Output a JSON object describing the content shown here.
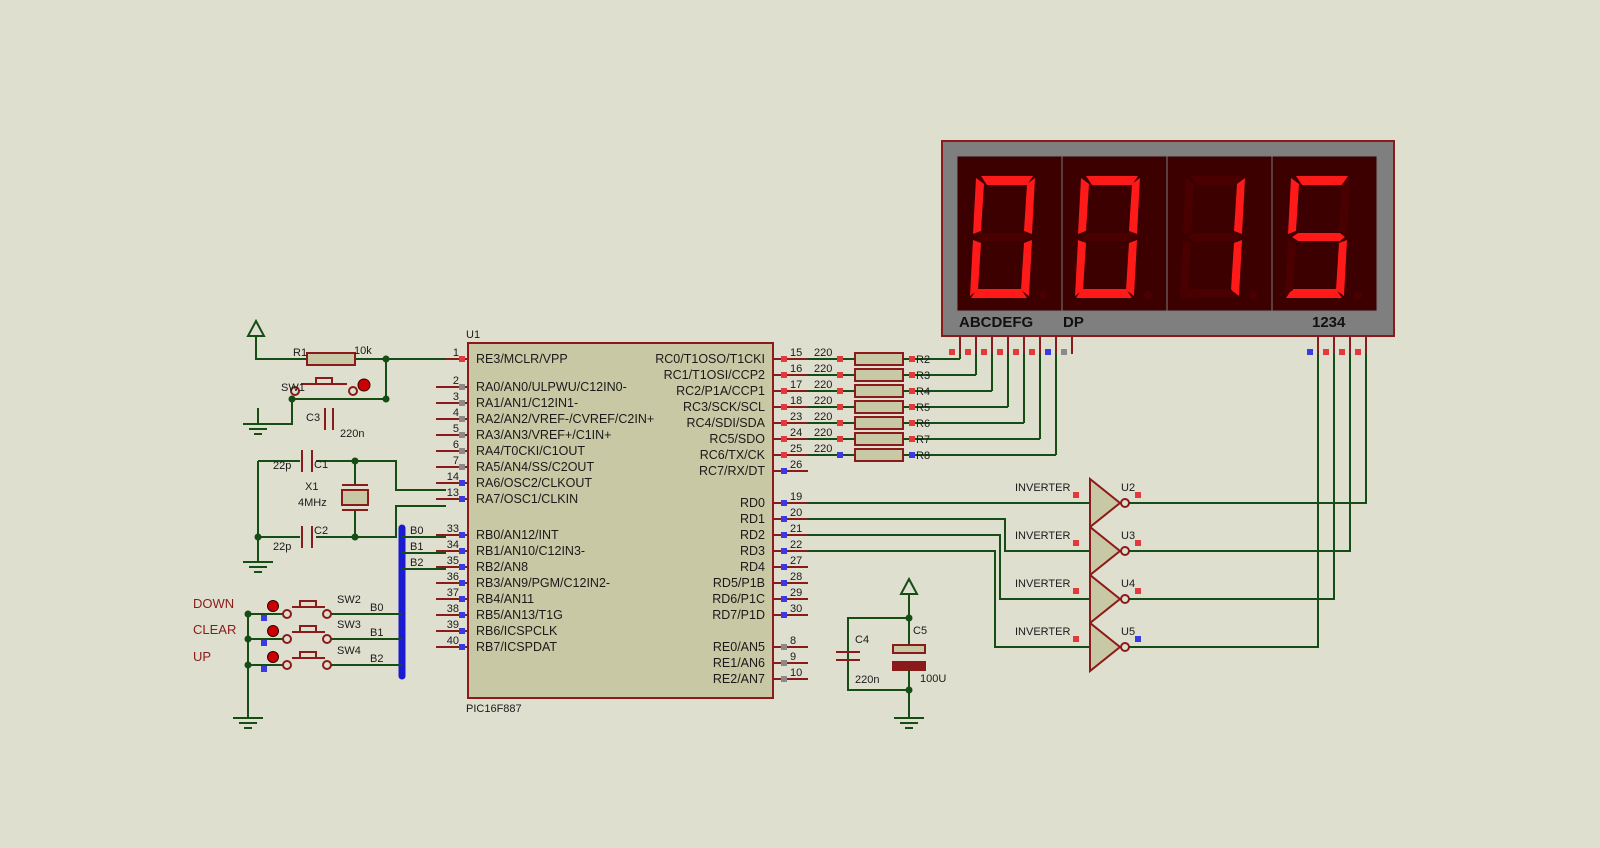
{
  "mcu": {
    "ref": "U1",
    "part": "PIC16F887",
    "left_pins": [
      {
        "num": "1",
        "name": "RE3/MCLR/VPP"
      },
      {
        "num": "2",
        "name": "RA0/AN0/ULPWU/C12IN0-"
      },
      {
        "num": "3",
        "name": "RA1/AN1/C12IN1-"
      },
      {
        "num": "4",
        "name": "RA2/AN2/VREF-/CVREF/C2IN+"
      },
      {
        "num": "5",
        "name": "RA3/AN3/VREF+/C1IN+"
      },
      {
        "num": "6",
        "name": "RA4/T0CKI/C1OUT"
      },
      {
        "num": "7",
        "name": "RA5/AN4/SS/C2OUT"
      },
      {
        "num": "14",
        "name": "RA6/OSC2/CLKOUT"
      },
      {
        "num": "13",
        "name": "RA7/OSC1/CLKIN"
      },
      {
        "num": "33",
        "name": "RB0/AN12/INT"
      },
      {
        "num": "34",
        "name": "RB1/AN10/C12IN3-"
      },
      {
        "num": "35",
        "name": "RB2/AN8"
      },
      {
        "num": "36",
        "name": "RB3/AN9/PGM/C12IN2-"
      },
      {
        "num": "37",
        "name": "RB4/AN11"
      },
      {
        "num": "38",
        "name": "RB5/AN13/T1G"
      },
      {
        "num": "39",
        "name": "RB6/ICSPCLK"
      },
      {
        "num": "40",
        "name": "RB7/ICSPDAT"
      }
    ],
    "right_pins": [
      {
        "num": "15",
        "name": "RC0/T1OSO/T1CKI"
      },
      {
        "num": "16",
        "name": "RC1/T1OSI/CCP2"
      },
      {
        "num": "17",
        "name": "RC2/P1A/CCP1"
      },
      {
        "num": "18",
        "name": "RC3/SCK/SCL"
      },
      {
        "num": "23",
        "name": "RC4/SDI/SDA"
      },
      {
        "num": "24",
        "name": "RC5/SDO"
      },
      {
        "num": "25",
        "name": "RC6/TX/CK"
      },
      {
        "num": "26",
        "name": "RC7/RX/DT"
      },
      {
        "num": "19",
        "name": "RD0"
      },
      {
        "num": "20",
        "name": "RD1"
      },
      {
        "num": "21",
        "name": "RD2"
      },
      {
        "num": "22",
        "name": "RD3"
      },
      {
        "num": "27",
        "name": "RD4"
      },
      {
        "num": "28",
        "name": "RD5/P1B"
      },
      {
        "num": "29",
        "name": "RD6/P1C"
      },
      {
        "num": "30",
        "name": "RD7/P1D"
      },
      {
        "num": "8",
        "name": "RE0/AN5"
      },
      {
        "num": "9",
        "name": "RE1/AN6"
      },
      {
        "num": "10",
        "name": "RE2/AN7"
      }
    ]
  },
  "display": {
    "digits": [
      "0",
      "0",
      "1",
      "5"
    ],
    "segment_label": "ABCDEFG",
    "dp_label": "DP",
    "digit_label": "1234",
    "on_color": "#ff1a1a",
    "off_color": "#4a0000"
  },
  "resistors": [
    {
      "ref": "R2",
      "value": "220"
    },
    {
      "ref": "R3",
      "value": "220"
    },
    {
      "ref": "R4",
      "value": "220"
    },
    {
      "ref": "R5",
      "value": "220"
    },
    {
      "ref": "R6",
      "value": "220"
    },
    {
      "ref": "R7",
      "value": "220"
    },
    {
      "ref": "R8",
      "value": "220"
    }
  ],
  "inverters": [
    {
      "ref": "U2",
      "label": "INVERTER"
    },
    {
      "ref": "U3",
      "label": "INVERTER"
    },
    {
      "ref": "U4",
      "label": "INVERTER"
    },
    {
      "ref": "U5",
      "label": "INVERTER"
    }
  ],
  "parts": {
    "r1": {
      "ref": "R1",
      "value": "10k"
    },
    "sw1": {
      "ref": "SW1"
    },
    "c3": {
      "ref": "C3",
      "value": "220n"
    },
    "c1": {
      "ref": "C1",
      "value": "22p"
    },
    "c2": {
      "ref": "C2",
      "value": "22p"
    },
    "x1": {
      "ref": "X1",
      "value": "4MHz"
    },
    "c4": {
      "ref": "C4",
      "value": "220n"
    },
    "c5": {
      "ref": "C5",
      "value": "100U"
    }
  },
  "bus_labels": [
    "B0",
    "B1",
    "B2"
  ],
  "buttons": [
    {
      "ref": "SW2",
      "name": "DOWN",
      "net": "B0"
    },
    {
      "ref": "SW3",
      "name": "CLEAR",
      "net": "B1"
    },
    {
      "ref": "SW4",
      "name": "UP",
      "net": "B2"
    }
  ]
}
